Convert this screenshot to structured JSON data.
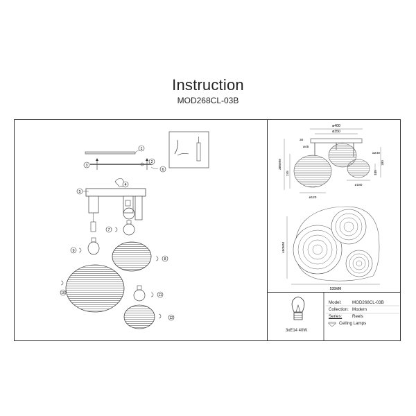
{
  "header": {
    "title": "Instruction",
    "model_code": "MOD268CL-03B"
  },
  "steps": [
    "1",
    "2",
    "3",
    "4",
    "5",
    "6",
    "7",
    "8",
    "9",
    "10",
    "11",
    "12"
  ],
  "dimensions": {
    "d400": "ø400",
    "d350": "ø350",
    "d45": "ø45",
    "d240": "ø240",
    "d120": "ø120",
    "d180": "ø180",
    "h30": "30",
    "h385": "385MM",
    "h245": "245",
    "h135": "135",
    "h180": "180",
    "h460": "460MM",
    "w535": "535MM"
  },
  "info": {
    "model_label": "Model:",
    "model_value": "MOD268CL-03B",
    "collection_label": "Collection:",
    "collection_value": "Modern",
    "series_label": "Series:",
    "series_value": "Reels",
    "category_value": "Ceiling Lamps",
    "bulb_spec": "3xE14 40W"
  }
}
